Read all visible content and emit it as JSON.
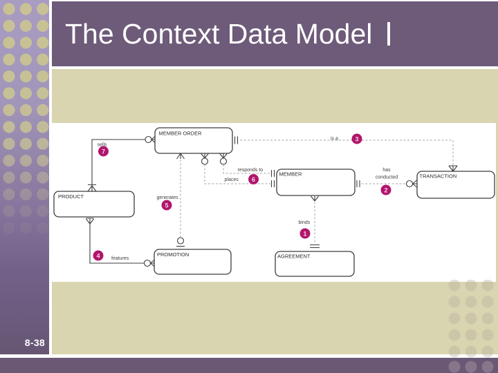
{
  "slide": {
    "title": "The Context Data Model",
    "page_number": "8-38"
  },
  "diagram": {
    "entities": {
      "member_order": "MEMBER ORDER",
      "product": "PRODUCT",
      "promotion": "PROMOTION",
      "member": "MEMBER",
      "transaction": "TRANSACTION",
      "agreement": "AGREEMENT"
    },
    "relationships": {
      "sells": {
        "number": "7",
        "label": "sells",
        "from": "PRODUCT",
        "to": "MEMBER ORDER",
        "line": "solid"
      },
      "is_a": {
        "number": "3",
        "label": "is a",
        "from": "MEMBER ORDER",
        "to": "TRANSACTION",
        "line": "dashed"
      },
      "responds_to": {
        "label": "responds to",
        "from": "MEMBER ORDER",
        "to": "MEMBER",
        "line": "dashed"
      },
      "places": {
        "number": "6",
        "label": "places",
        "from": "MEMBER ORDER",
        "to": "MEMBER",
        "line": "dashed"
      },
      "generates": {
        "number": "5",
        "label": "generates",
        "from": "MEMBER ORDER",
        "to": "PROMOTION",
        "line": "dashed"
      },
      "features": {
        "number": "4",
        "label": "features",
        "from": "PRODUCT",
        "to": "PROMOTION",
        "line": "solid"
      },
      "has_conducted": {
        "number": "2",
        "label_line1": "has",
        "label_line2": "conducted",
        "from": "MEMBER",
        "to": "TRANSACTION",
        "line": "dashed"
      },
      "binds": {
        "number": "1",
        "label": "binds",
        "from": "MEMBER",
        "to": "AGREEMENT",
        "line": "dashed"
      }
    }
  },
  "colors": {
    "title_bar_purple": "#6d5b79",
    "bottom_bar_purple": "#6a5875",
    "sidebar_lavender": "#a99cc2",
    "content_beige": "#d9d5b0",
    "diagram_background": "#ffffff",
    "badge_magenta": "#b2156c",
    "sidebar_dot_tan": "#c9c394"
  }
}
